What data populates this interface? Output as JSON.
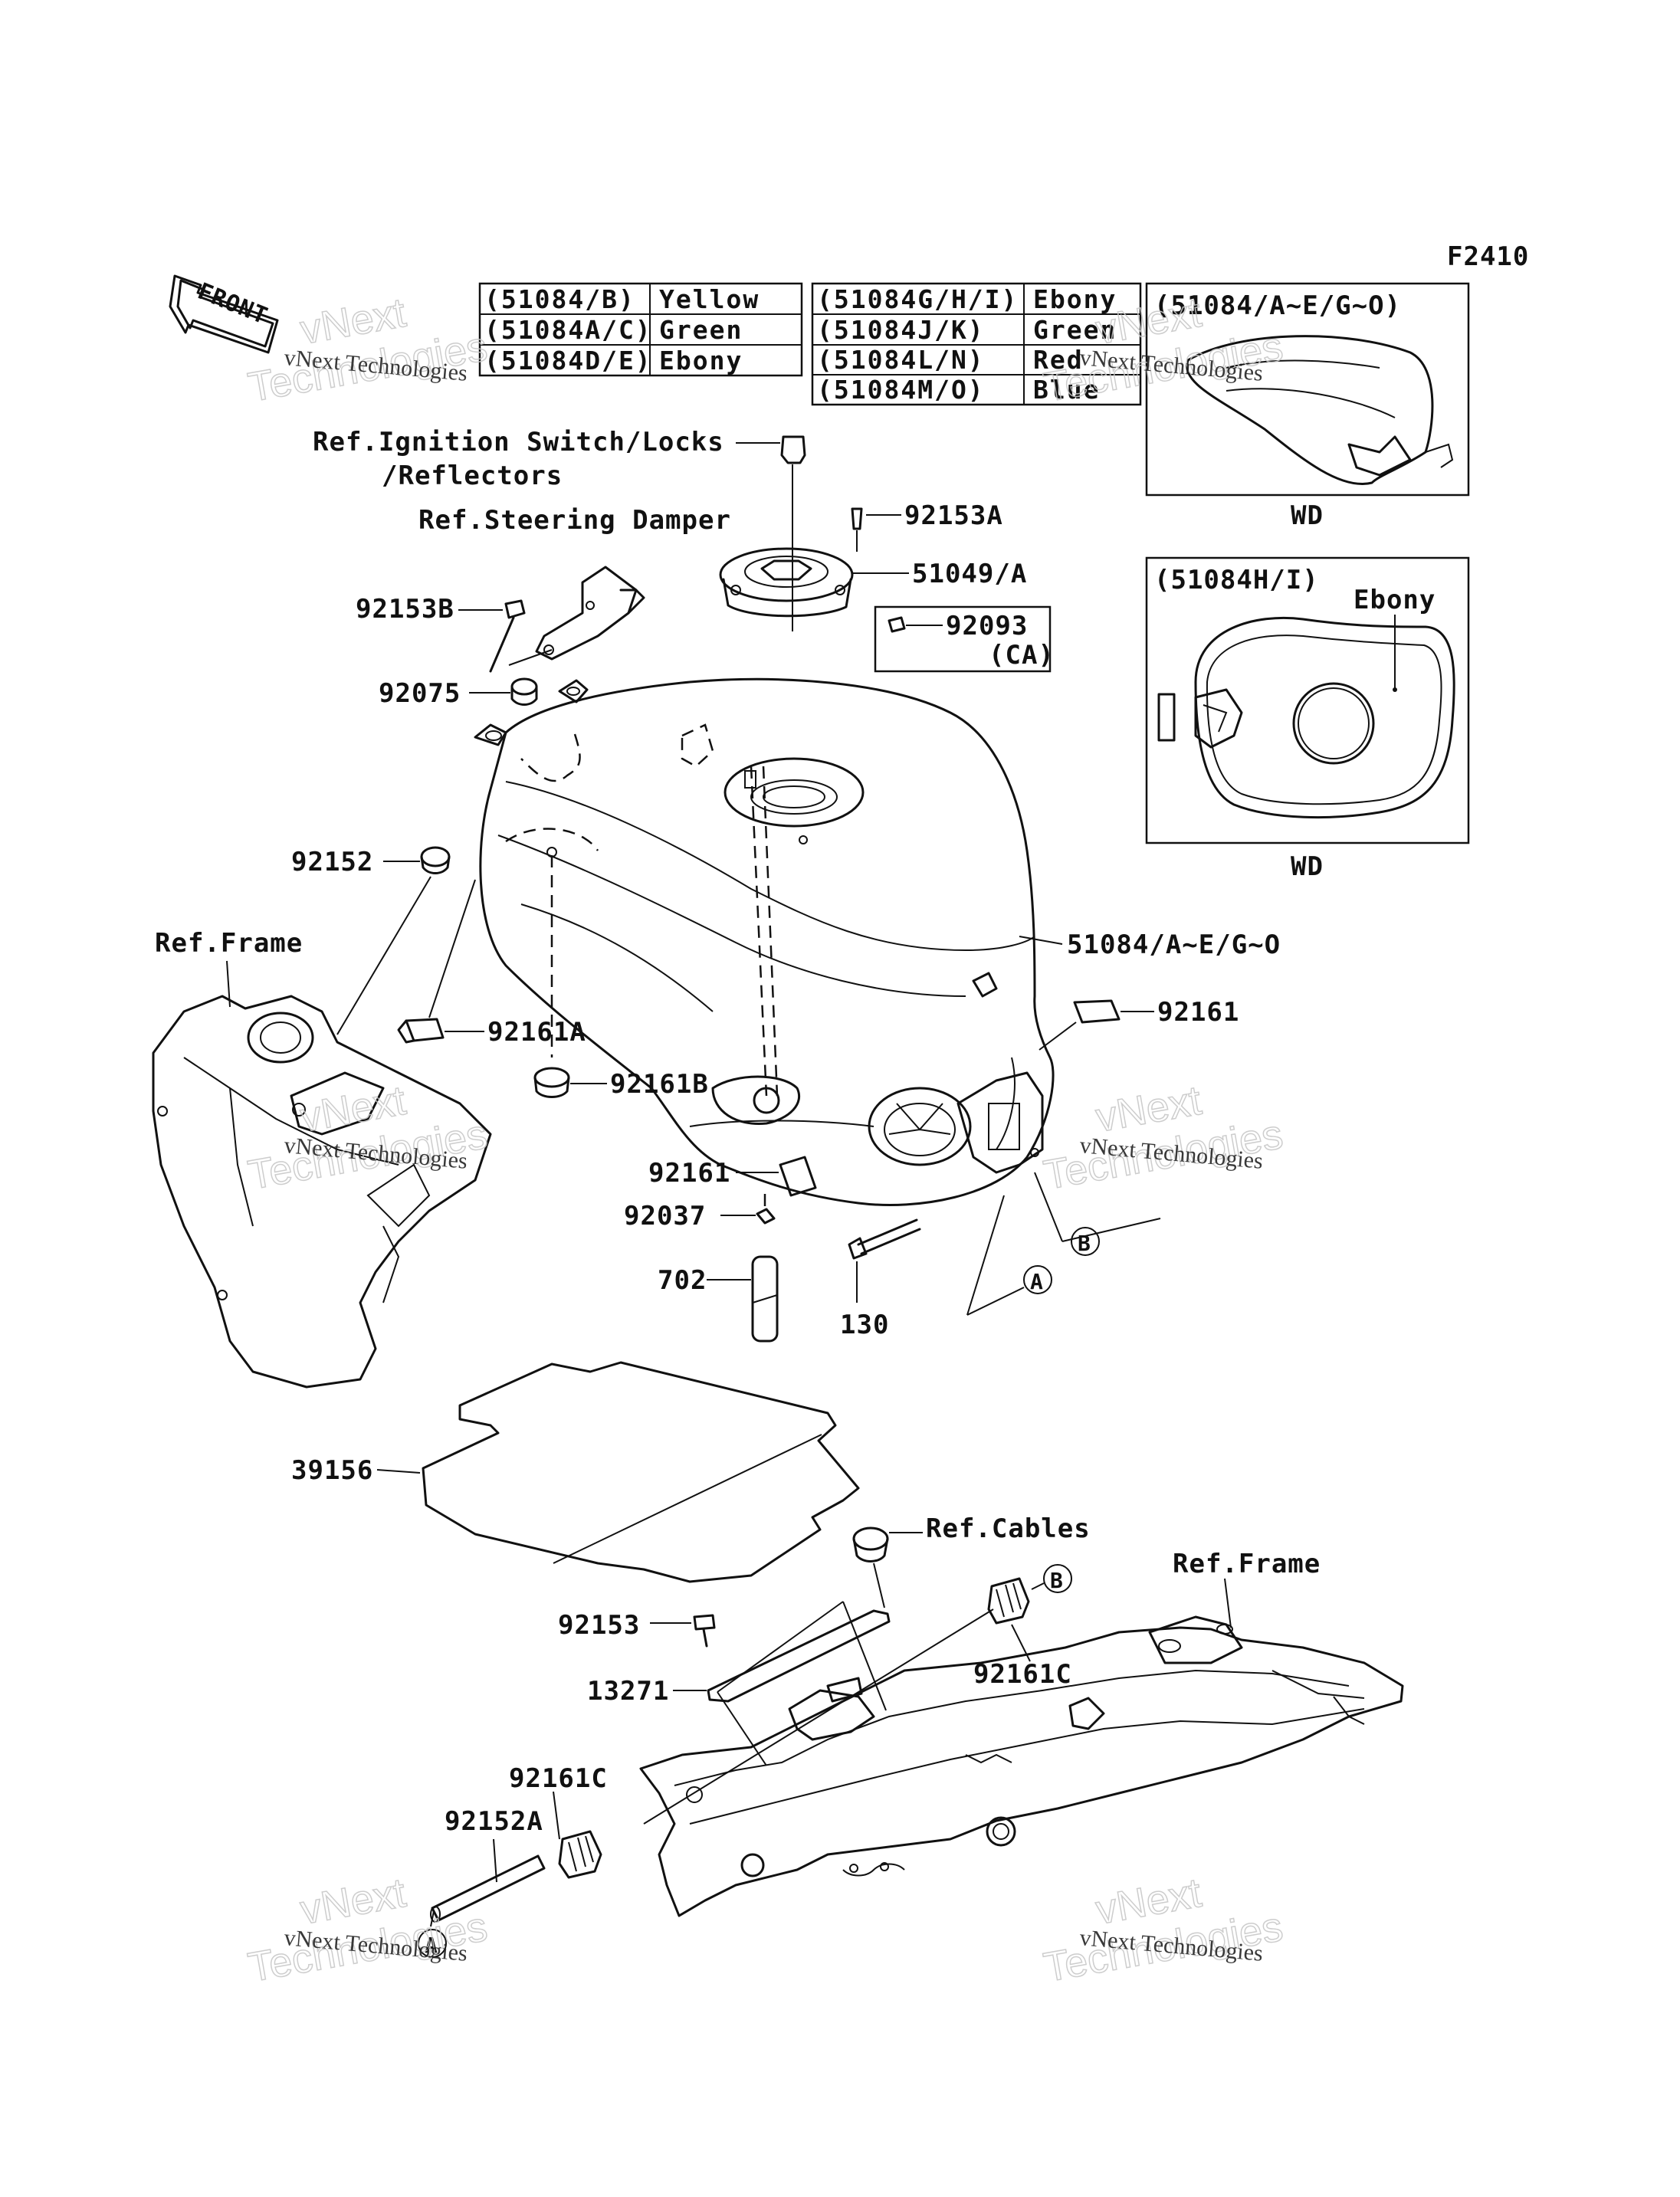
{
  "figure_code": "F2410",
  "front_arrow_label": "FRONT",
  "color_table_left": [
    {
      "code": "(51084/B)",
      "color": "Yellow"
    },
    {
      "code": "(51084A/C)",
      "color": "Green"
    },
    {
      "code": "(51084D/E)",
      "color": "Ebony"
    }
  ],
  "color_table_right": [
    {
      "code": "(51084G/H/I)",
      "color": "Ebony"
    },
    {
      "code": "(51084J/K)",
      "color": "Green"
    },
    {
      "code": "(51084L/N)",
      "color": "Red"
    },
    {
      "code": "(51084M/O)",
      "color": "Blue"
    }
  ],
  "inset_top": {
    "title": "(51084/A~E/G~O)",
    "caption": "WD"
  },
  "inset_bottom": {
    "title": "(51084H/I)",
    "color_label": "Ebony",
    "caption": "WD"
  },
  "references": {
    "ignition_line1": "Ref.Ignition Switch/Locks",
    "ignition_line2": "/Reflectors",
    "steering": "Ref.Steering Damper",
    "frame_left": "Ref.Frame",
    "cables": "Ref.Cables",
    "frame_right": "Ref.Frame"
  },
  "part_labels": {
    "p92153A": "92153A",
    "p51049A": "51049/A",
    "p92093": "92093",
    "p92093_note": "(CA)",
    "p92153B": "92153B",
    "p92075": "92075",
    "p92152": "92152",
    "p51084": "51084/A~E/G~O",
    "p92161_right": "92161",
    "p92161A": "92161A",
    "p92161B": "92161B",
    "p92161_mid": "92161",
    "p92037": "92037",
    "p702": "702",
    "p130": "130",
    "p39156": "39156",
    "p92153": "92153",
    "p13271": "13271",
    "p92161C_upper": "92161C",
    "p92161C_lower": "92161C",
    "p92152A": "92152A"
  },
  "callouts": {
    "a": "A",
    "b": "B"
  },
  "watermark": {
    "line1": "vNext Technologies",
    "line2": "Technologies",
    "line3": "vNext"
  }
}
